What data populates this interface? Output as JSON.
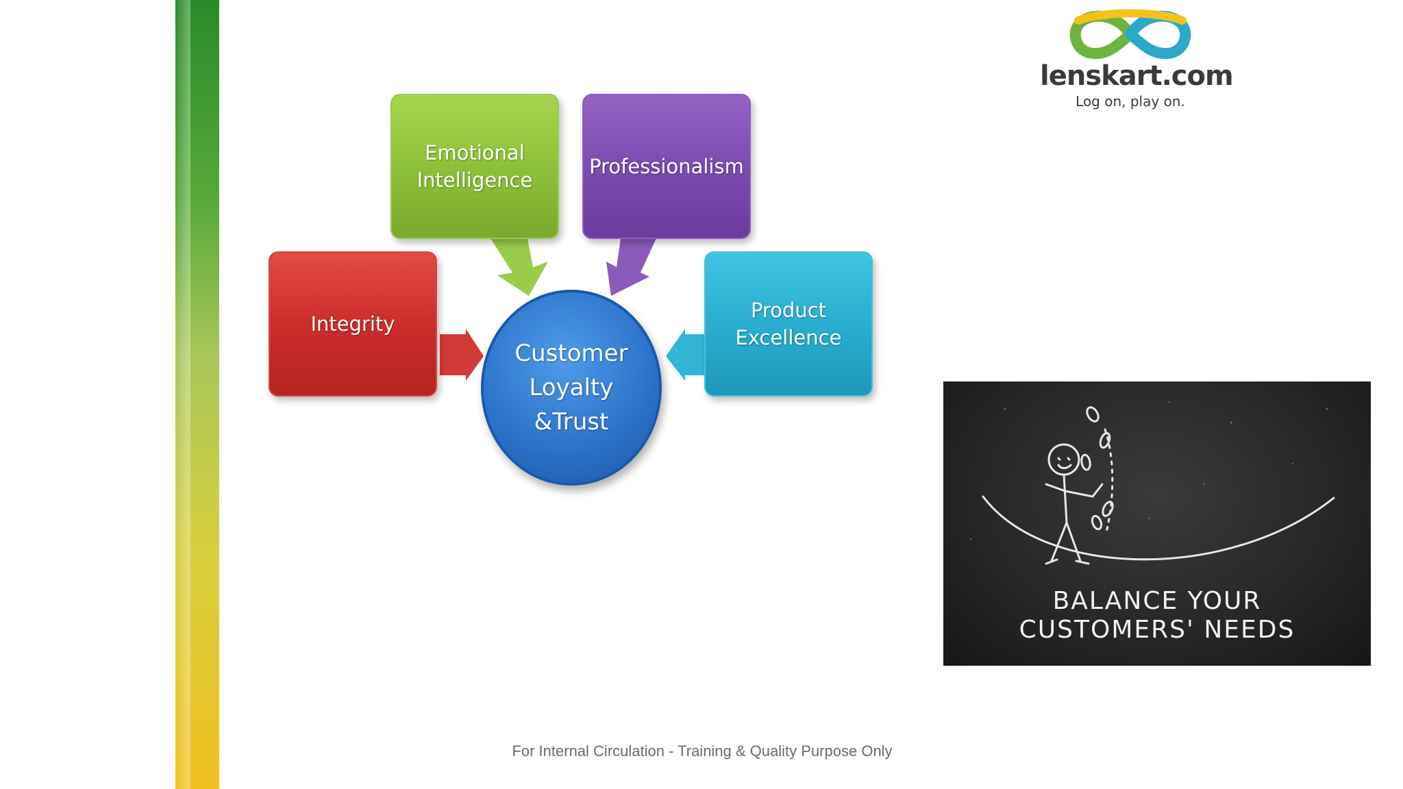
{
  "logo": {
    "brand": "lenskart.com",
    "tagline": "Log on, play on.",
    "icon": "glasses-icon"
  },
  "diagram": {
    "center": "Customer\nLoyalty\n&Trust",
    "blocks": {
      "emotional_intelligence": "Emotional\nIntelligence",
      "professionalism": "Professionalism",
      "integrity": "Integrity",
      "product_excellence": "Product\nExcellence"
    },
    "colors": {
      "green": "#8ec13a",
      "purple": "#7c4bb0",
      "red": "#cc2d2b",
      "cyan": "#2aaed0",
      "blue": "#2d74cc"
    }
  },
  "image": {
    "caption": "BALANCE YOUR\nCUSTOMERS' NEEDS",
    "icon": "tightrope-juggler-icon"
  },
  "footer": {
    "text": "For Internal Circulation - Training & Quality Purpose Only"
  }
}
